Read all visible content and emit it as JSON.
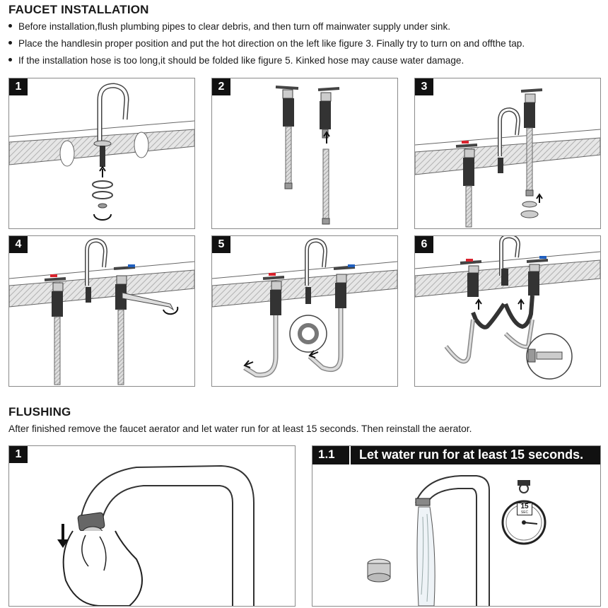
{
  "installation": {
    "title": "FAUCET INSTALLATION",
    "bullets": [
      "Before installation,flush plumbing pipes to clear debris, and then turn off mainwater supply under sink.",
      "Place the handlesin proper position and put the hot direction on the left like figure 3. Finally try to turn on and offthe tap.",
      "If the installation hose is too long,it should be folded like figure 5. Kinked hose may cause water damage."
    ],
    "steps": [
      "1",
      "2",
      "3",
      "4",
      "5",
      "6"
    ]
  },
  "flushing": {
    "title": "FLUSHING",
    "text": "After finished remove the faucet aerator and let water run for at least 15 seconds. Then reinstall the aerator.",
    "step1": "1",
    "step2_number": "1.1",
    "step2_text": "Let water run for at least 15 seconds.",
    "timer_value": "15",
    "timer_unit": "SEC"
  },
  "colors": {
    "hot": "#d9232d",
    "cold": "#1f5fbf",
    "frame": "#8a8a8a",
    "ink": "#1a1a1a"
  }
}
